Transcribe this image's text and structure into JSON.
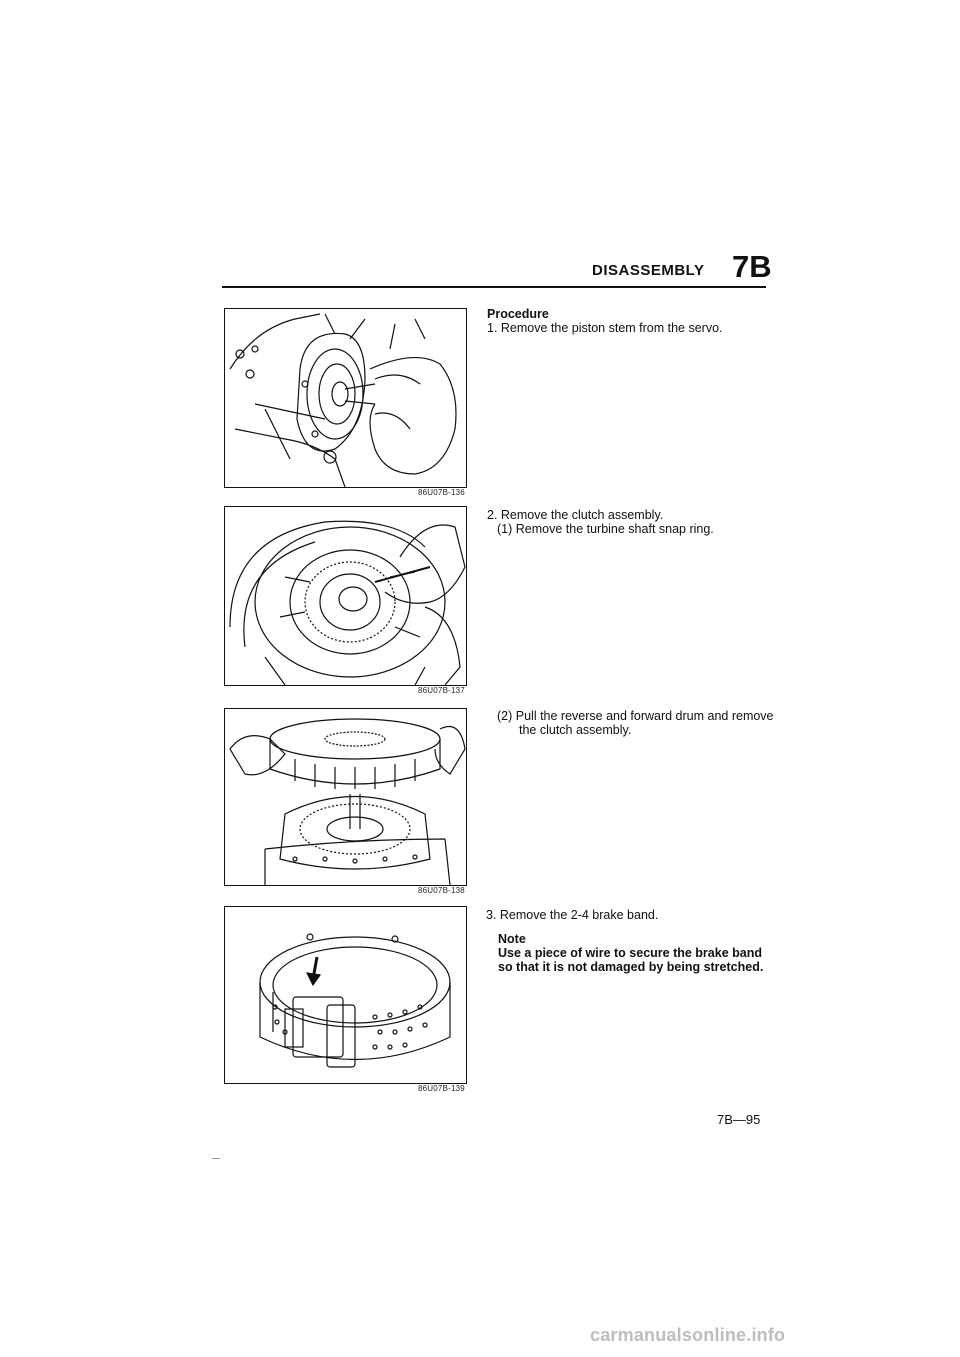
{
  "header": {
    "title": "DISASSEMBLY",
    "section": "7B"
  },
  "figures": [
    {
      "id": "86U07B-136",
      "icon": "servo-piston-stem-illustration"
    },
    {
      "id": "86U07B-137",
      "icon": "turbine-shaft-snap-ring-illustration"
    },
    {
      "id": "86U07B-138",
      "icon": "clutch-assembly-removal-illustration"
    },
    {
      "id": "86U07B-139",
      "icon": "brake-band-illustration"
    }
  ],
  "steps": {
    "procedure_heading": "Procedure",
    "step1": "1. Remove the piston stem from the servo.",
    "step2": "2. Remove the clutch assembly.",
    "step2_1": "(1) Remove the turbine shaft snap ring.",
    "step2_2_line1": "(2) Pull the reverse and forward drum and remove",
    "step2_2_line2": "the clutch assembly.",
    "step3": "3. Remove the 2-4 brake band.",
    "note_heading": "Note",
    "note_line1": "Use a piece of wire to secure the brake band",
    "note_line2": "so that it is not damaged by being stretched."
  },
  "footer": {
    "page": "7B—95",
    "watermark": "carmanualsonline.info"
  }
}
